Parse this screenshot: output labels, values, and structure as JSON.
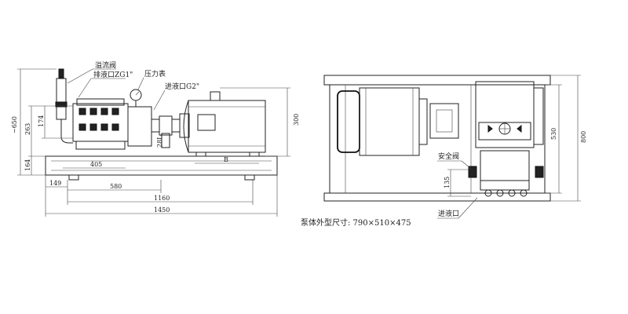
{
  "left_view": {
    "callouts": {
      "relief_valve": "溢流阀",
      "discharge_port": "排液口ZG1\"",
      "pressure_gauge": "压力表",
      "inlet_port": "进液口G2\"",
      "flow_label": "28L"
    },
    "dimensions": {
      "overall_height": "~650",
      "h_263": "263",
      "h_174": "174",
      "base_height": "164",
      "motor_height": "300",
      "w_405": "405",
      "w_B": "B",
      "w_149": "149",
      "w_580": "580",
      "w_1160": "1160",
      "w_1450": "1450"
    }
  },
  "right_view": {
    "callouts": {
      "safety_valve": "安全阀",
      "inlet_port": "进液口"
    },
    "dimensions": {
      "h_800": "800",
      "h_530": "530",
      "h_135": "135"
    }
  },
  "caption": "泵体外型尺寸: 790×510×475"
}
